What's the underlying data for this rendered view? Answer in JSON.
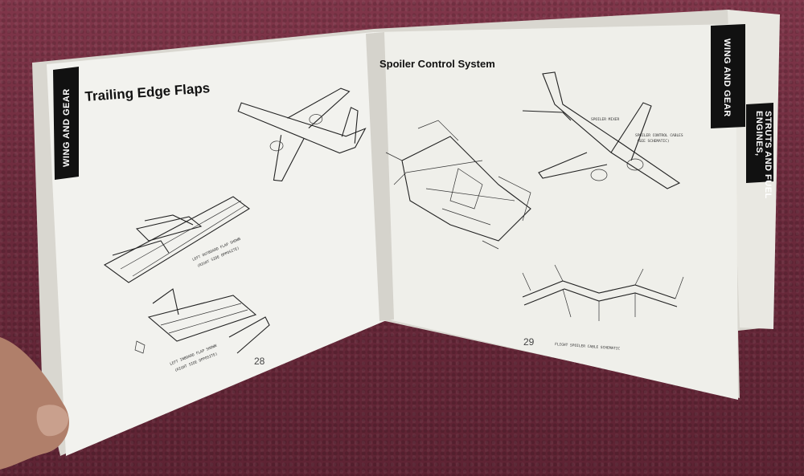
{
  "left_page": {
    "tab_label": "WING AND GEAR",
    "title": "Trailing Edge Flaps",
    "page_number": "28",
    "captions": [
      "LEFT OUTBOARD FLAP SHOWN",
      "(RIGHT SIDE OPPOSITE)",
      "LEFT INBOARD FLAP SHOWN",
      "(RIGHT SIDE OPPOSITE)"
    ]
  },
  "right_page": {
    "tab_label": "WING AND GEAR",
    "tab2_label_line1": "ENGINES,",
    "tab2_label_line2": "STRUTS AND FUEL",
    "title": "Spoiler Control System",
    "page_number": "29",
    "captions": [
      "SPOILER MIXER",
      "SPOILER CONTROL CABLES",
      "(SEE SCHEMATIC)",
      "FLIGHT SPOILER CABLE SCHEMATIC"
    ]
  },
  "colors": {
    "background": "#6e2a3a",
    "page": "#f2f2ee",
    "tab": "#111111"
  }
}
